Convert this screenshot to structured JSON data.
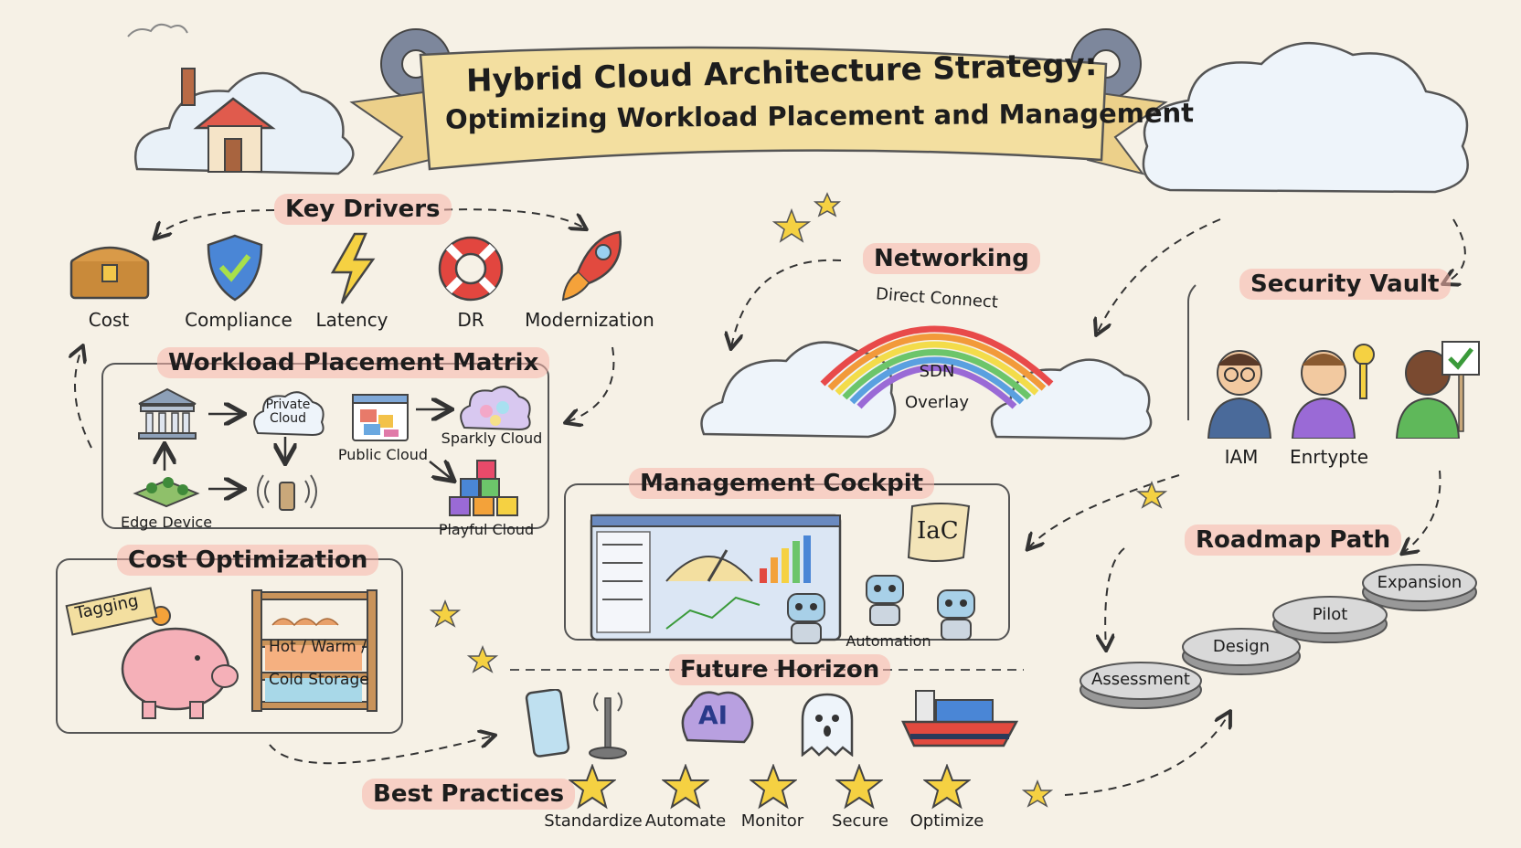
{
  "title": {
    "line1": "Hybrid Cloud Architecture Strategy:",
    "line2": "Optimizing Workload Placement and Management"
  },
  "key_drivers": {
    "heading": "Key Drivers",
    "items": [
      {
        "label": "Cost",
        "icon": "treasure-chest-icon"
      },
      {
        "label": "Compliance",
        "icon": "shield-check-icon"
      },
      {
        "label": "Latency",
        "icon": "lightning-icon"
      },
      {
        "label": "DR",
        "icon": "life-ring-icon"
      },
      {
        "label": "Modernization",
        "icon": "rocket-icon"
      }
    ]
  },
  "workload_matrix": {
    "heading": "Workload Placement Matrix",
    "private_cloud": "Private\nCloud",
    "public_cloud": "Public Cloud",
    "sparkly_cloud": "Sparkly Cloud",
    "edge_device": "Edge Device",
    "playful_cloud": "Playful Cloud"
  },
  "networking": {
    "heading": "Networking",
    "arcs": [
      "Direct Connect",
      "SDN",
      "Overlay"
    ]
  },
  "security_vault": {
    "heading": "Security Vault",
    "labels": [
      "IAM",
      "Enrtypte"
    ]
  },
  "management_cockpit": {
    "heading": "Management Cockpit",
    "iac": "IaC",
    "automation": "Automation"
  },
  "cost_optimization": {
    "heading": "Cost Optimization",
    "tag": "Tagging",
    "storage_hot": "Hot / Warm /",
    "storage_cold": "Cold Storage"
  },
  "roadmap": {
    "heading": "Roadmap Path",
    "steps": [
      "Assessment",
      "Design",
      "Pilot",
      "Expansion"
    ]
  },
  "future_horizon": {
    "heading": "Future Horizon",
    "ai_text": "AI",
    "icons": [
      "phone-icon",
      "antenna-icon",
      "ai-brain-icon",
      "ghost-icon",
      "cargo-ship-icon"
    ]
  },
  "best_practices": {
    "heading": "Best Practices",
    "items": [
      "Standardize",
      "Automate",
      "Monitor",
      "Secure",
      "Optimize"
    ]
  },
  "colors": {
    "background": "#f6f1e6",
    "highlight": "#f8b4aa",
    "star": "#f5d142",
    "banner": "#f3dfa0"
  }
}
